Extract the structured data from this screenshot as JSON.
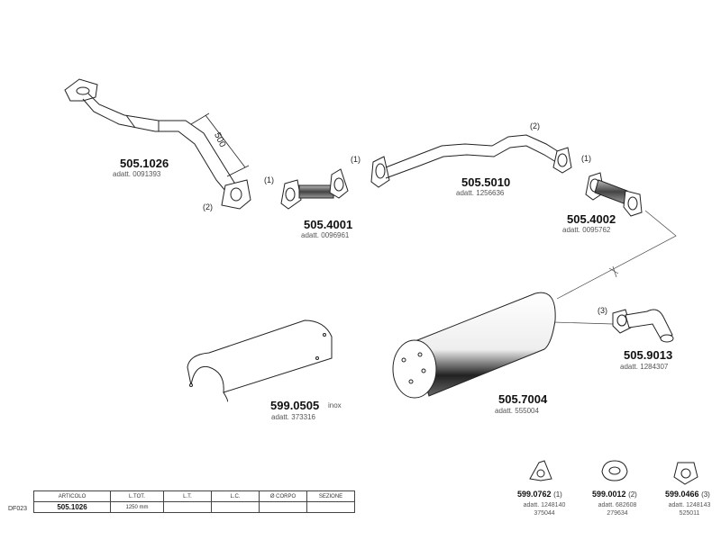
{
  "parts": [
    {
      "code": "505.1026",
      "ref": "adatt. 0091393"
    },
    {
      "code": "505.4001",
      "ref": "adatt. 0096961"
    },
    {
      "code": "505.5010",
      "ref": "adatt. 1256636"
    },
    {
      "code": "505.4002",
      "ref": "adatt. 0095762"
    },
    {
      "code": "505.9013",
      "ref": "adatt. 1284307"
    },
    {
      "code": "505.7004",
      "ref": "adatt. 555004"
    },
    {
      "code": "599.0505",
      "ref": "adatt. 373316",
      "material": "inox"
    }
  ],
  "dimension": "500",
  "markers": [
    "(1)",
    "(1)",
    "(1)",
    "(2)",
    "(2)",
    "(3)"
  ],
  "accessories": [
    {
      "code": "599.0762",
      "num": "(1)",
      "line1": "adatt. 1248140",
      "line2": "375044"
    },
    {
      "code": "599.0012",
      "num": "(2)",
      "line1": "adatt. 682608",
      "line2": "279634"
    },
    {
      "code": "599.0466",
      "num": "(3)",
      "line1": "adatt. 1248143",
      "line2": "525011"
    }
  ],
  "spec_table": {
    "row_label": "DF023",
    "headers": [
      "ARTICOLO",
      "L.TOT.",
      "L.T.",
      "L.C.",
      "Ø CORPO",
      "SEZIONE"
    ],
    "row": [
      "505.1026",
      "1250 mm",
      "",
      "",
      "",
      ""
    ]
  }
}
